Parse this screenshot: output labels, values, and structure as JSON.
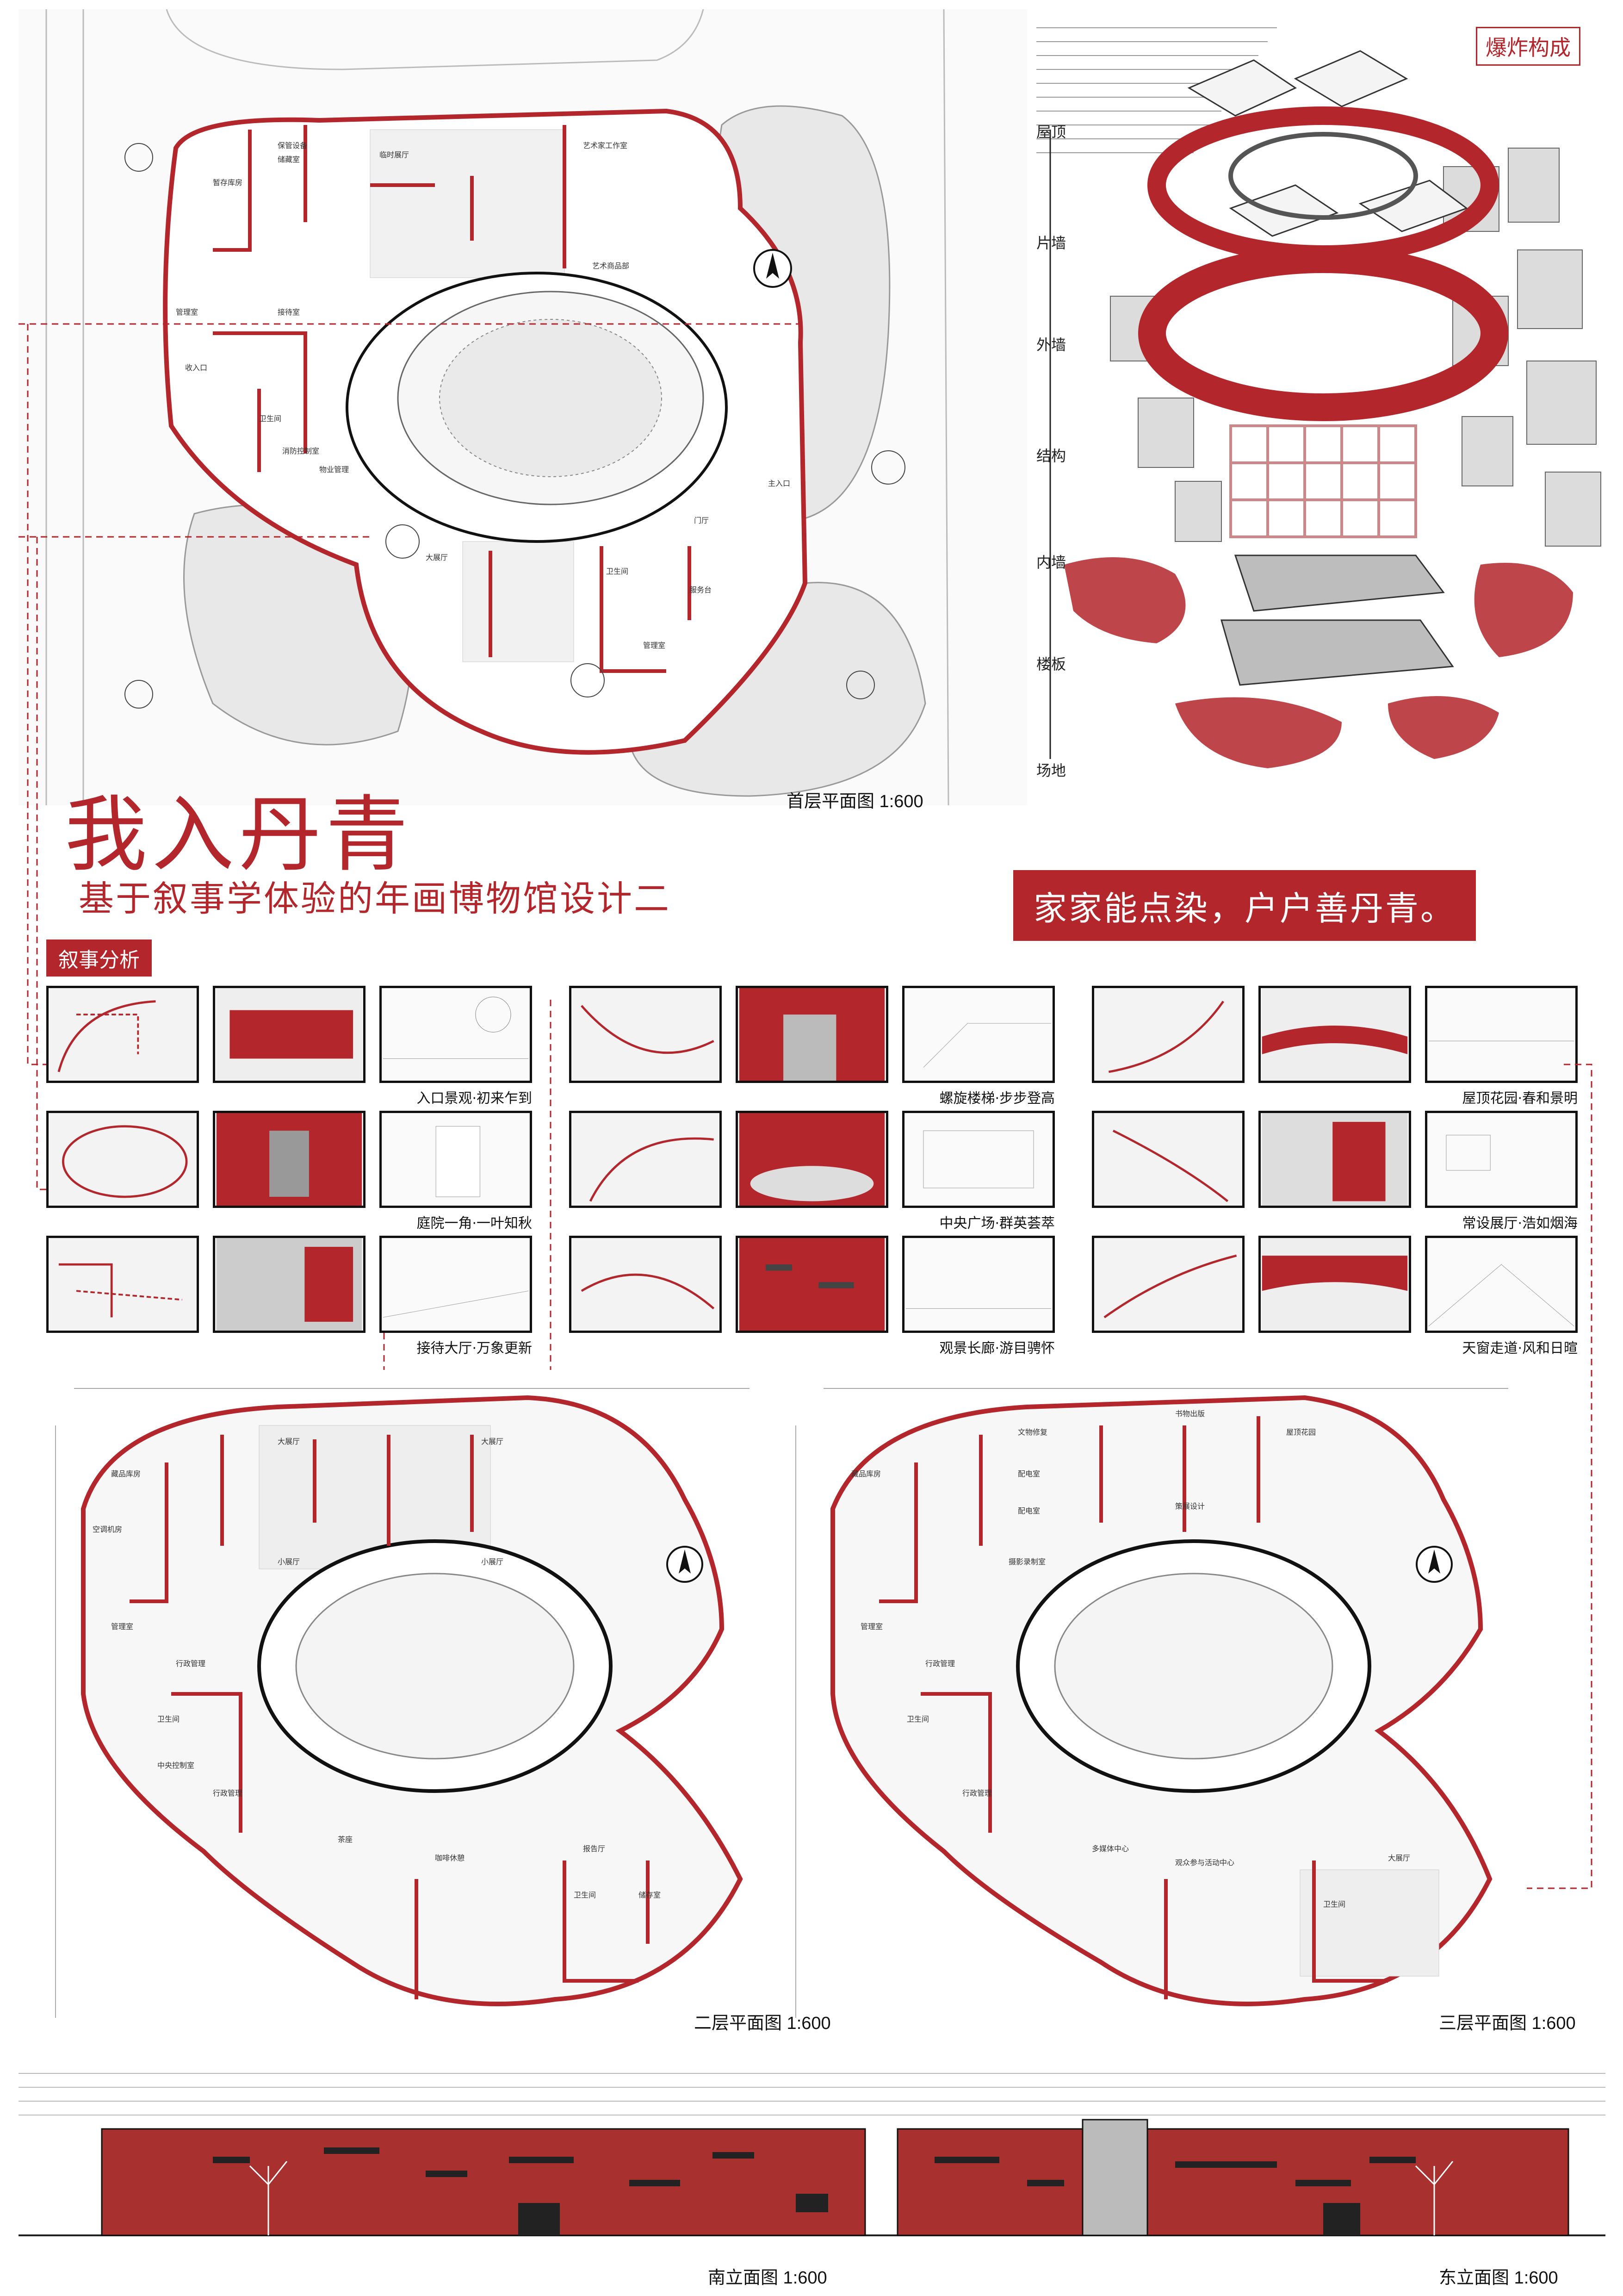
{
  "title": {
    "main": "我入丹青",
    "subtitle": "基于叙事学体验的年画博物馆设计二",
    "slogan": "家家能点染，户户善丹青。"
  },
  "section_tags": {
    "exploded": "爆炸构成",
    "narrative": "叙事分析"
  },
  "exploded_layers": [
    "屋顶",
    "片墙",
    "外墙",
    "结构",
    "内墙",
    "楼板",
    "场地"
  ],
  "plans": {
    "ground": "首层平面图 1:600",
    "second": "二层平面图 1:600",
    "third": "三层平面图 1:600"
  },
  "elevations": {
    "south": "南立面图 1:600",
    "east": "东立面图 1:600"
  },
  "narrative_captions": [
    "入口景观·初来乍到",
    "螺旋楼梯·步步登高",
    "屋顶花园·春和景明",
    "庭院一角·一叶知秋",
    "中央广场·群英荟萃",
    "常设展厅·浩如烟海",
    "接待大厅·万象更新",
    "观景长廊·游目骋怀",
    "天窗走道·风和日暄"
  ],
  "rooms_ground": [
    "临时展厅",
    "艺术家工作室",
    "保管设备",
    "储藏室",
    "暂存库房",
    "艺术商品部",
    "管理室",
    "接待室",
    "收入口",
    "卫生间",
    "消防控制室",
    "物业管理",
    "大展厅",
    "卫生间",
    "服务台",
    "管理室",
    "主入口",
    "门厅"
  ],
  "rooms_second": [
    "大展厅",
    "大展厅",
    "藏品库房",
    "空调机房",
    "小展厅",
    "小展厅",
    "管理室",
    "行政管理",
    "卫生间",
    "中央控制室",
    "行政管理",
    "茶座",
    "咖啡休憩",
    "报告厅",
    "卫生间",
    "储存室"
  ],
  "rooms_third": [
    "文物修复",
    "书物出版",
    "屋顶花园",
    "藏品库房",
    "配电室",
    "配电室",
    "策展设计",
    "摄影录制室",
    "管理室",
    "行政管理",
    "卫生间",
    "行政管理",
    "多媒体中心",
    "观众参与活动中心",
    "大展厅",
    "卫生间"
  ],
  "colors": {
    "accent": "#b3262b",
    "line": "#111111",
    "fill": "#f0f0f0"
  }
}
